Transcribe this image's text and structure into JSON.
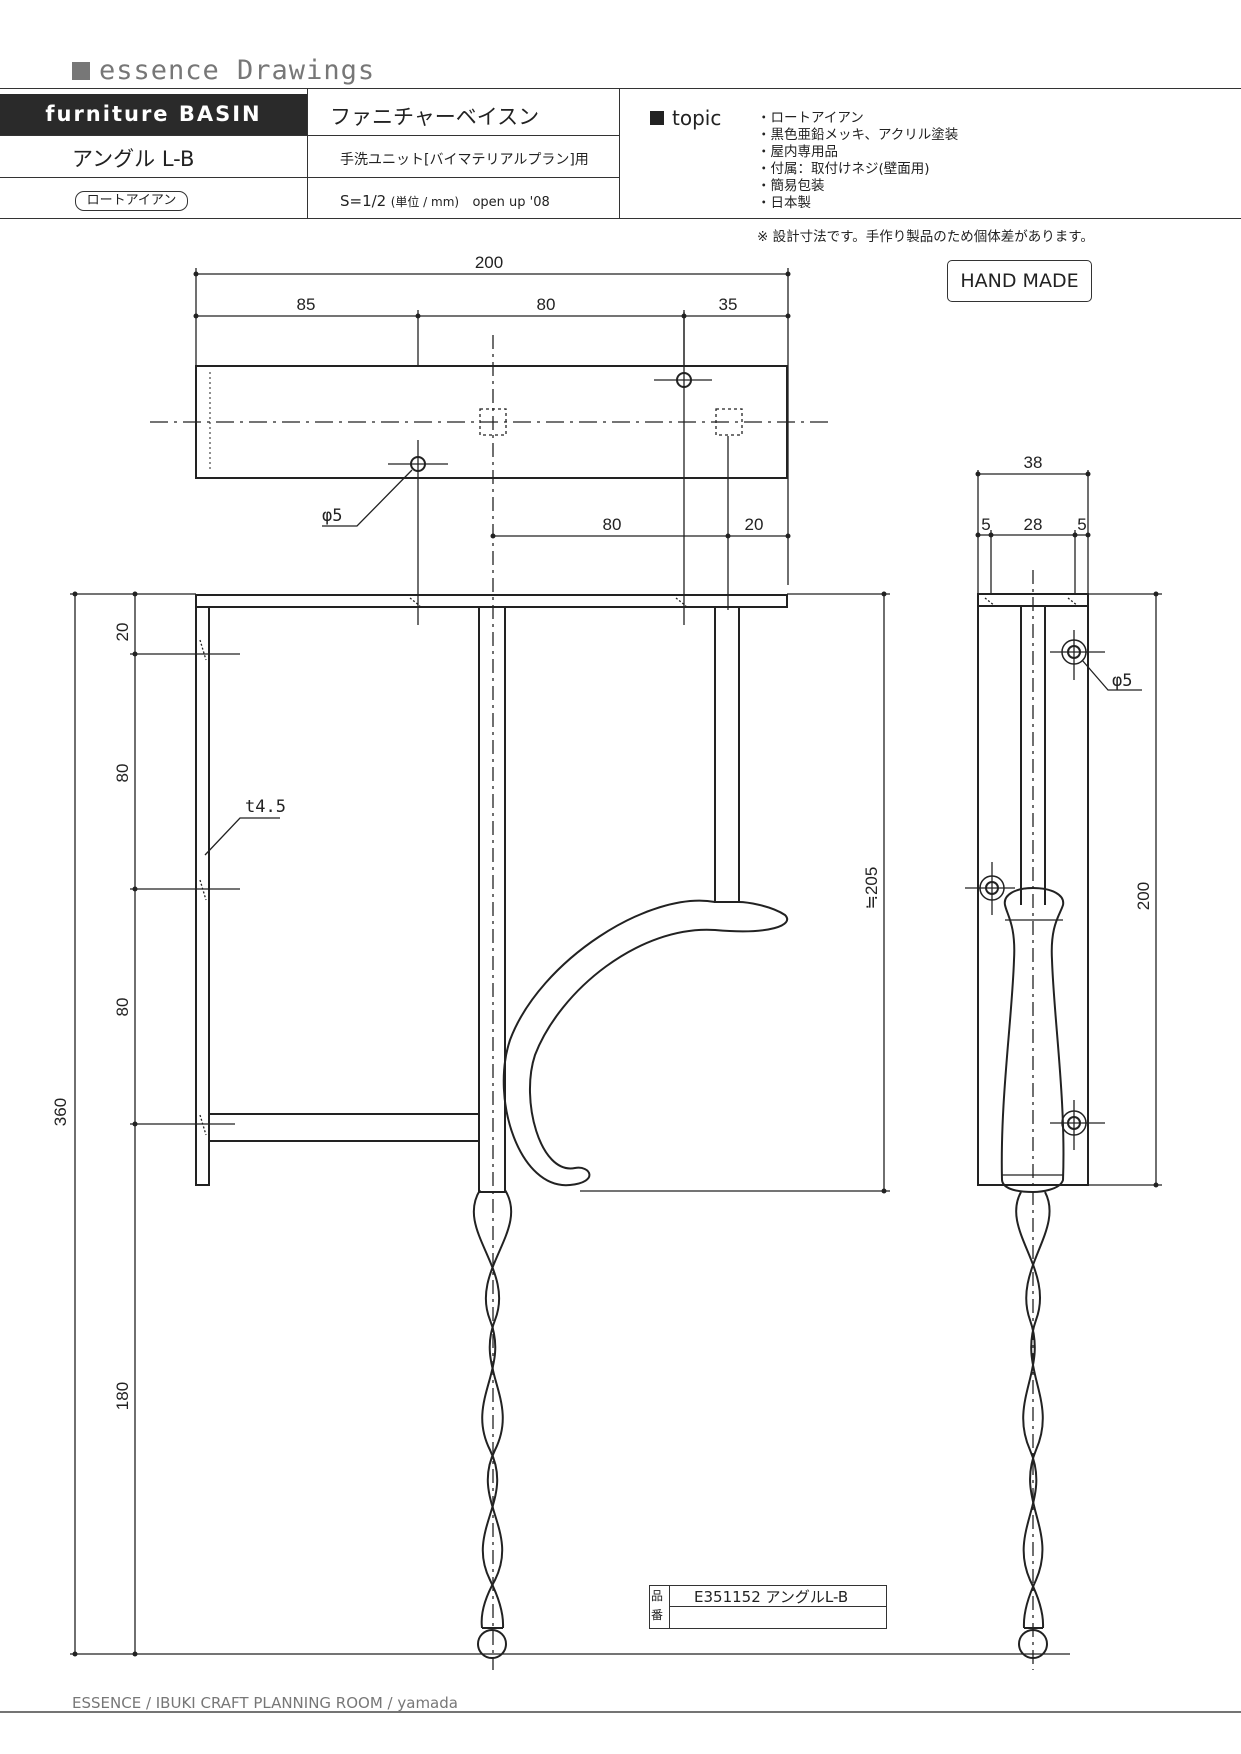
{
  "header": {
    "brand": "essence Drawings",
    "category": "furniture BASIN",
    "category_ja": "ファニチャーベイスン",
    "product_name": "アングル L-B",
    "usage": "手洗ユニット[バイマテリアルプラン]用",
    "material_tag": "ロートアイアン",
    "scale_prefix": "S=1/2",
    "scale_unit": "(単位 / mm)",
    "scale_suffix": "open up '08"
  },
  "topic": {
    "title": "topic",
    "items": [
      "・ロートアイアン",
      "・黒色亜鉛メッキ、アクリル塗装",
      "・屋内専用品",
      "・付属：取付けネジ(壁面用)",
      "・簡易包装",
      "・日本製"
    ],
    "note": "※ 設計寸法です。手作り製品のため個体差があります。"
  },
  "badge": "HAND MADE",
  "dimensions": {
    "top_total": "200",
    "top_a": "85",
    "top_b": "80",
    "top_c": "35",
    "lower_a": "80",
    "lower_b": "20",
    "hole_top": "φ5",
    "left_20": "20",
    "left_80a": "80",
    "left_80b": "80",
    "left_180": "180",
    "left_360": "360",
    "thickness": "t4.5",
    "hook_height": "≒205",
    "side_38": "38",
    "side_5a": "5",
    "side_28": "28",
    "side_5b": "5",
    "side_hole": "φ5",
    "side_200": "200"
  },
  "part_number": {
    "label": "品番",
    "value": "E351152  アングルL-B"
  },
  "footer": "ESSENCE / IBUKI CRAFT  PLANNING ROOM / yamada"
}
